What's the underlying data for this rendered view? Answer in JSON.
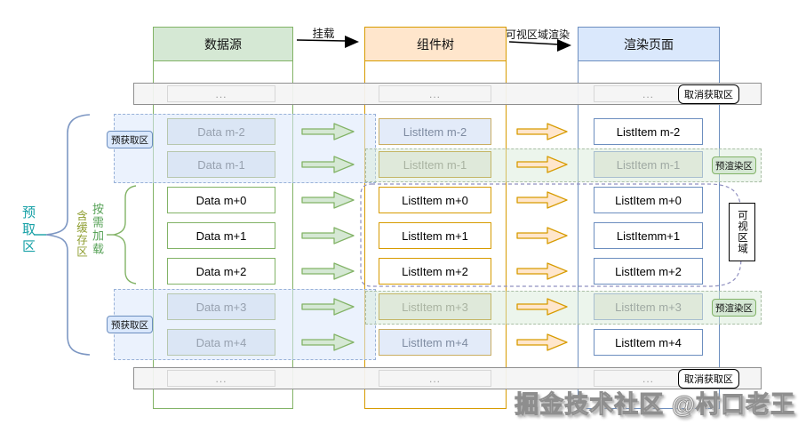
{
  "title_row": {
    "columns": [
      {
        "label": "数据源",
        "fill": "#d5e8d4",
        "border": "#82b366"
      },
      {
        "label": "组件树",
        "fill": "#ffe6cc",
        "border": "#d79b00"
      },
      {
        "label": "渲染页面",
        "fill": "#dae8fc",
        "border": "#6c8ebf"
      }
    ],
    "mount_arrow_label": "挂载",
    "render_arrow_label": "可视区域渲染"
  },
  "zones": {
    "cancel_fetch": "取消获取区",
    "prefetch": "预获取区",
    "prerender": "预渲染区",
    "visible_area": "可视区域",
    "side_prefetch": "预取区",
    "side_cache": "含缓存区",
    "side_on_demand": "按需加载",
    "ellipsis": "..."
  },
  "rows": [
    {
      "data": "Data m-2",
      "comp": "ListItem m-2",
      "render": "ListItem m-2"
    },
    {
      "data": "Data m-1",
      "comp": "ListItem m-1",
      "render": "ListItem m-1"
    },
    {
      "data": "Data m+0",
      "comp": "ListItem m+0",
      "render": "ListItem m+0"
    },
    {
      "data": "Data m+1",
      "comp": "ListItem m+1",
      "render": "ListItemm+1"
    },
    {
      "data": "Data m+2",
      "comp": "ListItem m+2",
      "render": "ListItem m+2"
    },
    {
      "data": "Data m+3",
      "comp": "ListItem m+3",
      "render": "ListItem m+3"
    },
    {
      "data": "Data m+4",
      "comp": "ListItem m+4",
      "render": "ListItem m+4"
    }
  ],
  "colors": {
    "green": "#82b366",
    "green_fill": "#d5e8d4",
    "orange": "#d79b00",
    "orange_fill": "#ffe6cc",
    "blue": "#6c8ebf",
    "blue_fill": "#dae8fc",
    "teal": "#16a0a6"
  },
  "watermark": "掘金技术社区 @村口老王"
}
